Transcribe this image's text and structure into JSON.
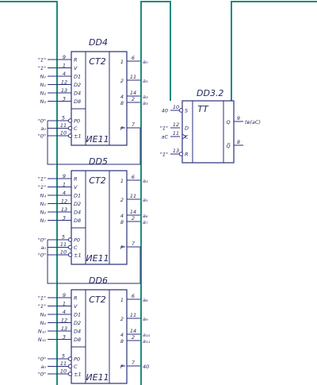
{
  "chips": [
    {
      "title": "DD4",
      "func": "CT2",
      "type": "ИЕ11",
      "left_pins": [
        {
          "num": "9",
          "label": "R",
          "ext": "\"1\""
        },
        {
          "num": "1",
          "label": "V",
          "ext": "\"1\""
        },
        {
          "num": "4",
          "label": "D1",
          "ext": "N₀"
        },
        {
          "num": "12",
          "label": "D2",
          "ext": "N₁"
        },
        {
          "num": "13",
          "label": "D4",
          "ext": "N₂"
        },
        {
          "num": "3",
          "label": "D8",
          "ext": "N₃"
        }
      ],
      "ctrl_pins": [
        {
          "num": "5",
          "label": "P0",
          "ext": "\"0\""
        },
        {
          "num": "11",
          "label": "C",
          "ext": "a₀"
        },
        {
          "num": "10",
          "label": "±1",
          "ext": "\"0\""
        }
      ],
      "right_pins": [
        {
          "label": "1",
          "num": "6",
          "ext": "a₀"
        },
        {
          "label": "2",
          "num": "11",
          "ext": "a₁"
        },
        {
          "label": "4",
          "num": "14",
          "ext": "a₂"
        },
        {
          "label": "8",
          "num": "2",
          "ext": "a₃"
        },
        {
          "label": "P",
          "num": "7",
          "ext": ""
        }
      ]
    },
    {
      "title": "DD5",
      "func": "CT2",
      "type": "ИЕ11",
      "left_pins": [
        {
          "num": "9",
          "label": "R",
          "ext": "\"1\""
        },
        {
          "num": "1",
          "label": "V",
          "ext": "\"1\""
        },
        {
          "num": "4",
          "label": "D1",
          "ext": "N₄"
        },
        {
          "num": "12",
          "label": "D2",
          "ext": "N₅"
        },
        {
          "num": "13",
          "label": "D4",
          "ext": "N₆"
        },
        {
          "num": "3",
          "label": "D8",
          "ext": "N₇"
        }
      ],
      "ctrl_pins": [
        {
          "num": "5",
          "label": "P0",
          "ext": "\"0\""
        },
        {
          "num": "11",
          "label": "C",
          "ext": "a₀"
        },
        {
          "num": "10",
          "label": "±1",
          "ext": "\"0\""
        }
      ],
      "right_pins": [
        {
          "label": "1",
          "num": "6",
          "ext": "a₄"
        },
        {
          "label": "2",
          "num": "11",
          "ext": "a₅"
        },
        {
          "label": "4",
          "num": "14",
          "ext": "a₆"
        },
        {
          "label": "8",
          "num": "2",
          "ext": "a₇"
        },
        {
          "label": "P",
          "num": "7",
          "ext": ""
        }
      ]
    },
    {
      "title": "DD6",
      "func": "CT2",
      "type": "ИЕ11",
      "left_pins": [
        {
          "num": "9",
          "label": "R",
          "ext": "\"1\""
        },
        {
          "num": "1",
          "label": "V",
          "ext": "\"1\""
        },
        {
          "num": "4",
          "label": "D1",
          "ext": "N₈"
        },
        {
          "num": "12",
          "label": "D2",
          "ext": "N₉"
        },
        {
          "num": "13",
          "label": "D4",
          "ext": "N₁₀"
        },
        {
          "num": "3",
          "label": "D8",
          "ext": "N₁₁"
        }
      ],
      "ctrl_pins": [
        {
          "num": "5",
          "label": "P0",
          "ext": "\"0\""
        },
        {
          "num": "11",
          "label": "C",
          "ext": "a₀"
        },
        {
          "num": "10",
          "label": "±1",
          "ext": "\"0\""
        }
      ],
      "right_pins": [
        {
          "label": "1",
          "num": "6",
          "ext": "a₈"
        },
        {
          "label": "2",
          "num": "11",
          "ext": "a₉"
        },
        {
          "label": "4",
          "num": "14",
          "ext": "a₁₀"
        },
        {
          "label": "8",
          "num": "2",
          "ext": "a₁₁"
        },
        {
          "label": "P",
          "num": "7",
          "ext": "40"
        }
      ]
    }
  ],
  "trigger": {
    "title": "DD3.2",
    "func": "TT",
    "left_pins": [
      {
        "num": "10",
        "label": "S",
        "ext": "40"
      },
      {
        "num": "12",
        "label": "D",
        "ext": "\"1\""
      },
      {
        "num": "11",
        "label": "C",
        "ext": "aС"
      },
      {
        "num": "13",
        "label": "R",
        "ext": "\"1\""
      }
    ],
    "right_pins": [
      {
        "label": "Q",
        "num": "9",
        "ext": "tв(aС)"
      },
      {
        "label": "Q̅",
        "num": "8",
        "ext": ""
      }
    ]
  },
  "colors": {
    "chip": "#2a2f7a",
    "bus": "#1f8a82"
  }
}
